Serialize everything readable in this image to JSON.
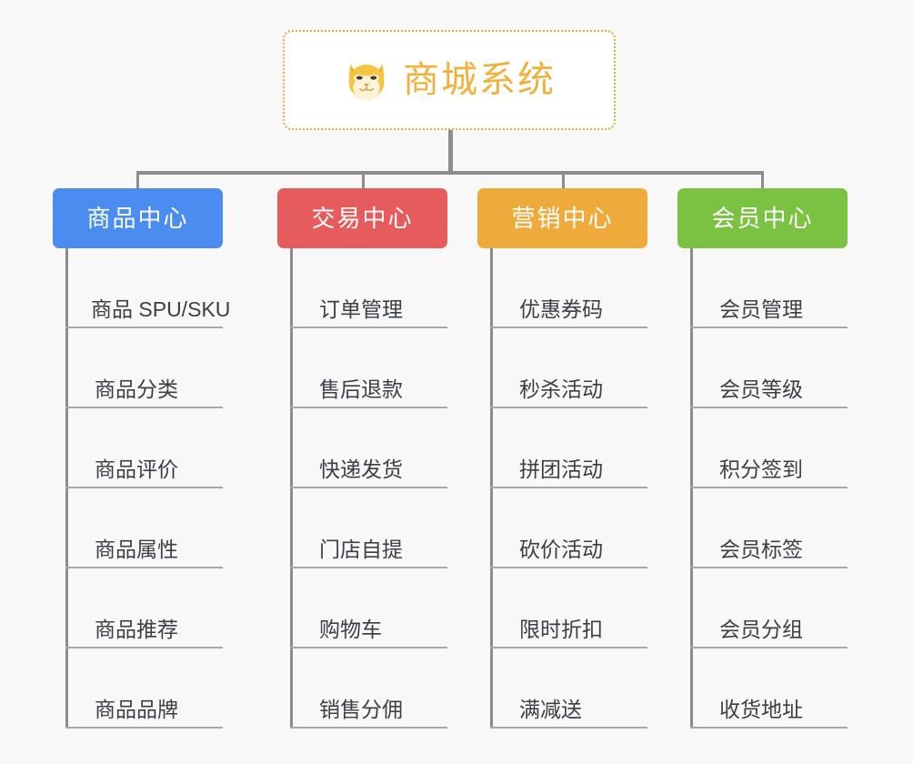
{
  "background_color": "#f8f8f8",
  "root": {
    "title": "商城系统",
    "icon": "dog-face-icon",
    "border_color": "#eaa93f",
    "text_color": "#f0b13c",
    "background": "#ffffff"
  },
  "connector_color": "#8c8c8c",
  "leaf_underline_color": "#a8a8a8",
  "leaf_text_color": "#3b4046",
  "columns": [
    {
      "id": "product-center",
      "title": "商品中心",
      "color": "#4a8cf0",
      "items": [
        "商品 SPU/SKU",
        "商品分类",
        "商品评价",
        "商品属性",
        "商品推荐",
        "商品品牌"
      ]
    },
    {
      "id": "trade-center",
      "title": "交易中心",
      "color": "#e65c5c",
      "items": [
        "订单管理",
        "售后退款",
        "快递发货",
        "门店自提",
        "购物车",
        "销售分佣"
      ]
    },
    {
      "id": "marketing-center",
      "title": "营销中心",
      "color": "#eeab3c",
      "items": [
        "优惠券码",
        "秒杀活动",
        "拼团活动",
        "砍价活动",
        "限时折扣",
        "满减送"
      ]
    },
    {
      "id": "member-center",
      "title": "会员中心",
      "color": "#7cc242",
      "items": [
        "会员管理",
        "会员等级",
        "积分签到",
        "会员标签",
        "会员分组",
        "收货地址"
      ]
    }
  ]
}
